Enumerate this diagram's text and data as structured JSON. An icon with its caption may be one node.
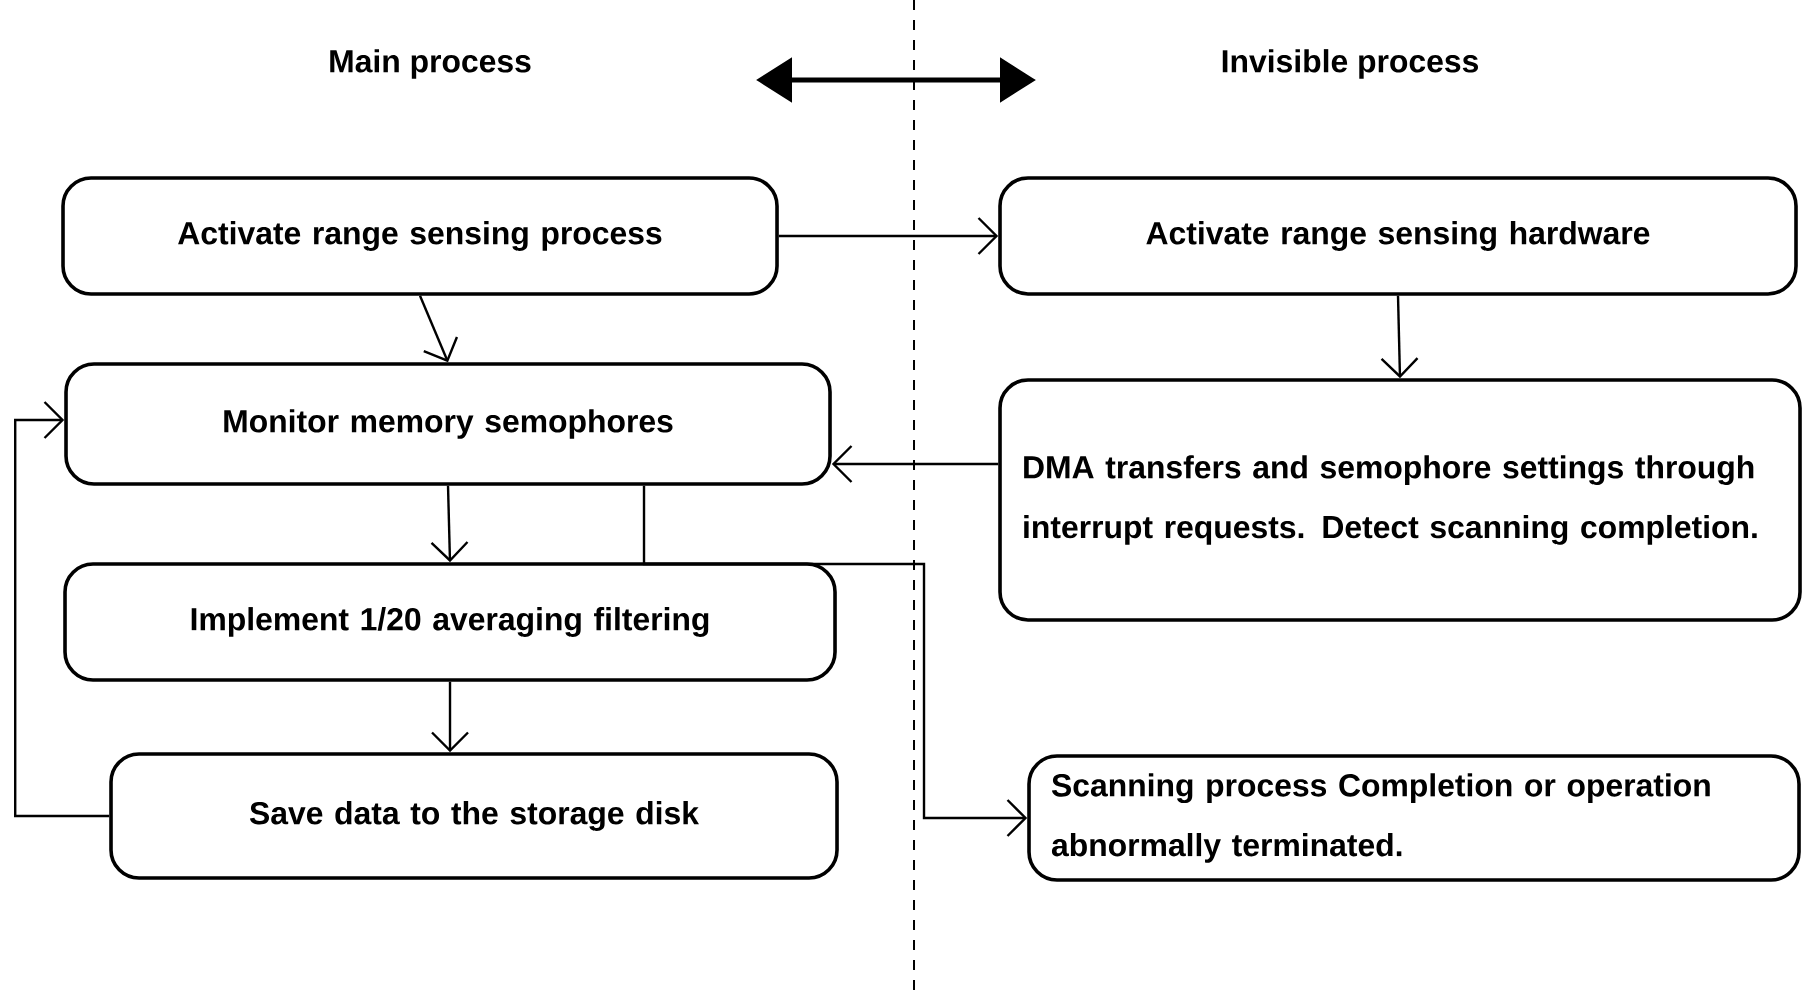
{
  "diagram": {
    "nodes": [
      {
        "text": [
          "Activate range sensing process"
        ]
      },
      {
        "text": [
          "Activate range sensing hardware"
        ]
      },
      {
        "text": [
          "Monitor memory semophores"
        ]
      },
      {
        "text": [
          "DMA transfers and semophore settings through interrupt requests. Detect scanning completion."
        ]
      },
      {
        "text": [
          "Implement 1/20 averaging filtering"
        ]
      },
      {
        "text": [
          "Save data to the storage disk"
        ]
      },
      {
        "text": [
          "Scanning process Completion or operation abnormally terminated."
        ]
      }
    ],
    "edges": [
      {
        "from": 0,
        "to": 1,
        "arrow": "to"
      },
      {
        "from": 0,
        "to": 2,
        "arrow": "to"
      },
      {
        "from": 1,
        "to": 3,
        "arrow": "to"
      },
      {
        "from": 3,
        "to": 2,
        "arrow": "to"
      },
      {
        "from": 2,
        "to": 4,
        "arrow": "to"
      },
      {
        "from": 4,
        "to": 5,
        "arrow": "to"
      },
      {
        "from": 5,
        "to": 2,
        "arrow": "to"
      },
      {
        "from": 2,
        "to": 6,
        "arrow": "to"
      }
    ],
    "labels": [
      "Main process",
      "Invisible process"
    ]
  }
}
